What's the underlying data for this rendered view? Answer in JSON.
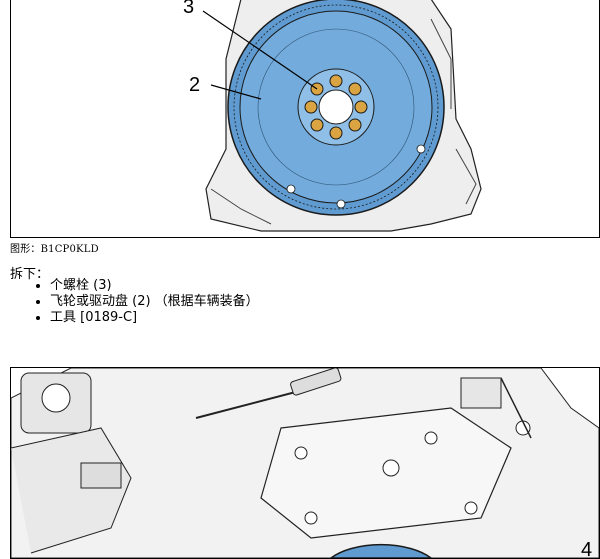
{
  "figure1": {
    "callouts": [
      "3",
      "2"
    ],
    "colors": {
      "flywheel": "#6fa7d6",
      "bolt": "#d9a441",
      "outline": "#1a1a1a",
      "housing": "#e8e8e8"
    }
  },
  "caption": "图形：B1CP0KLD",
  "remove_title": "拆下：",
  "remove_items": [
    "个螺栓 (3)",
    "飞轮或驱动盘 (2) （根据车辆装备）",
    "工具 [0189-C]"
  ],
  "figure2": {
    "callouts": [
      "4"
    ],
    "colors": {
      "flywheel": "#6fa7d6",
      "outline": "#1a1a1a"
    }
  }
}
